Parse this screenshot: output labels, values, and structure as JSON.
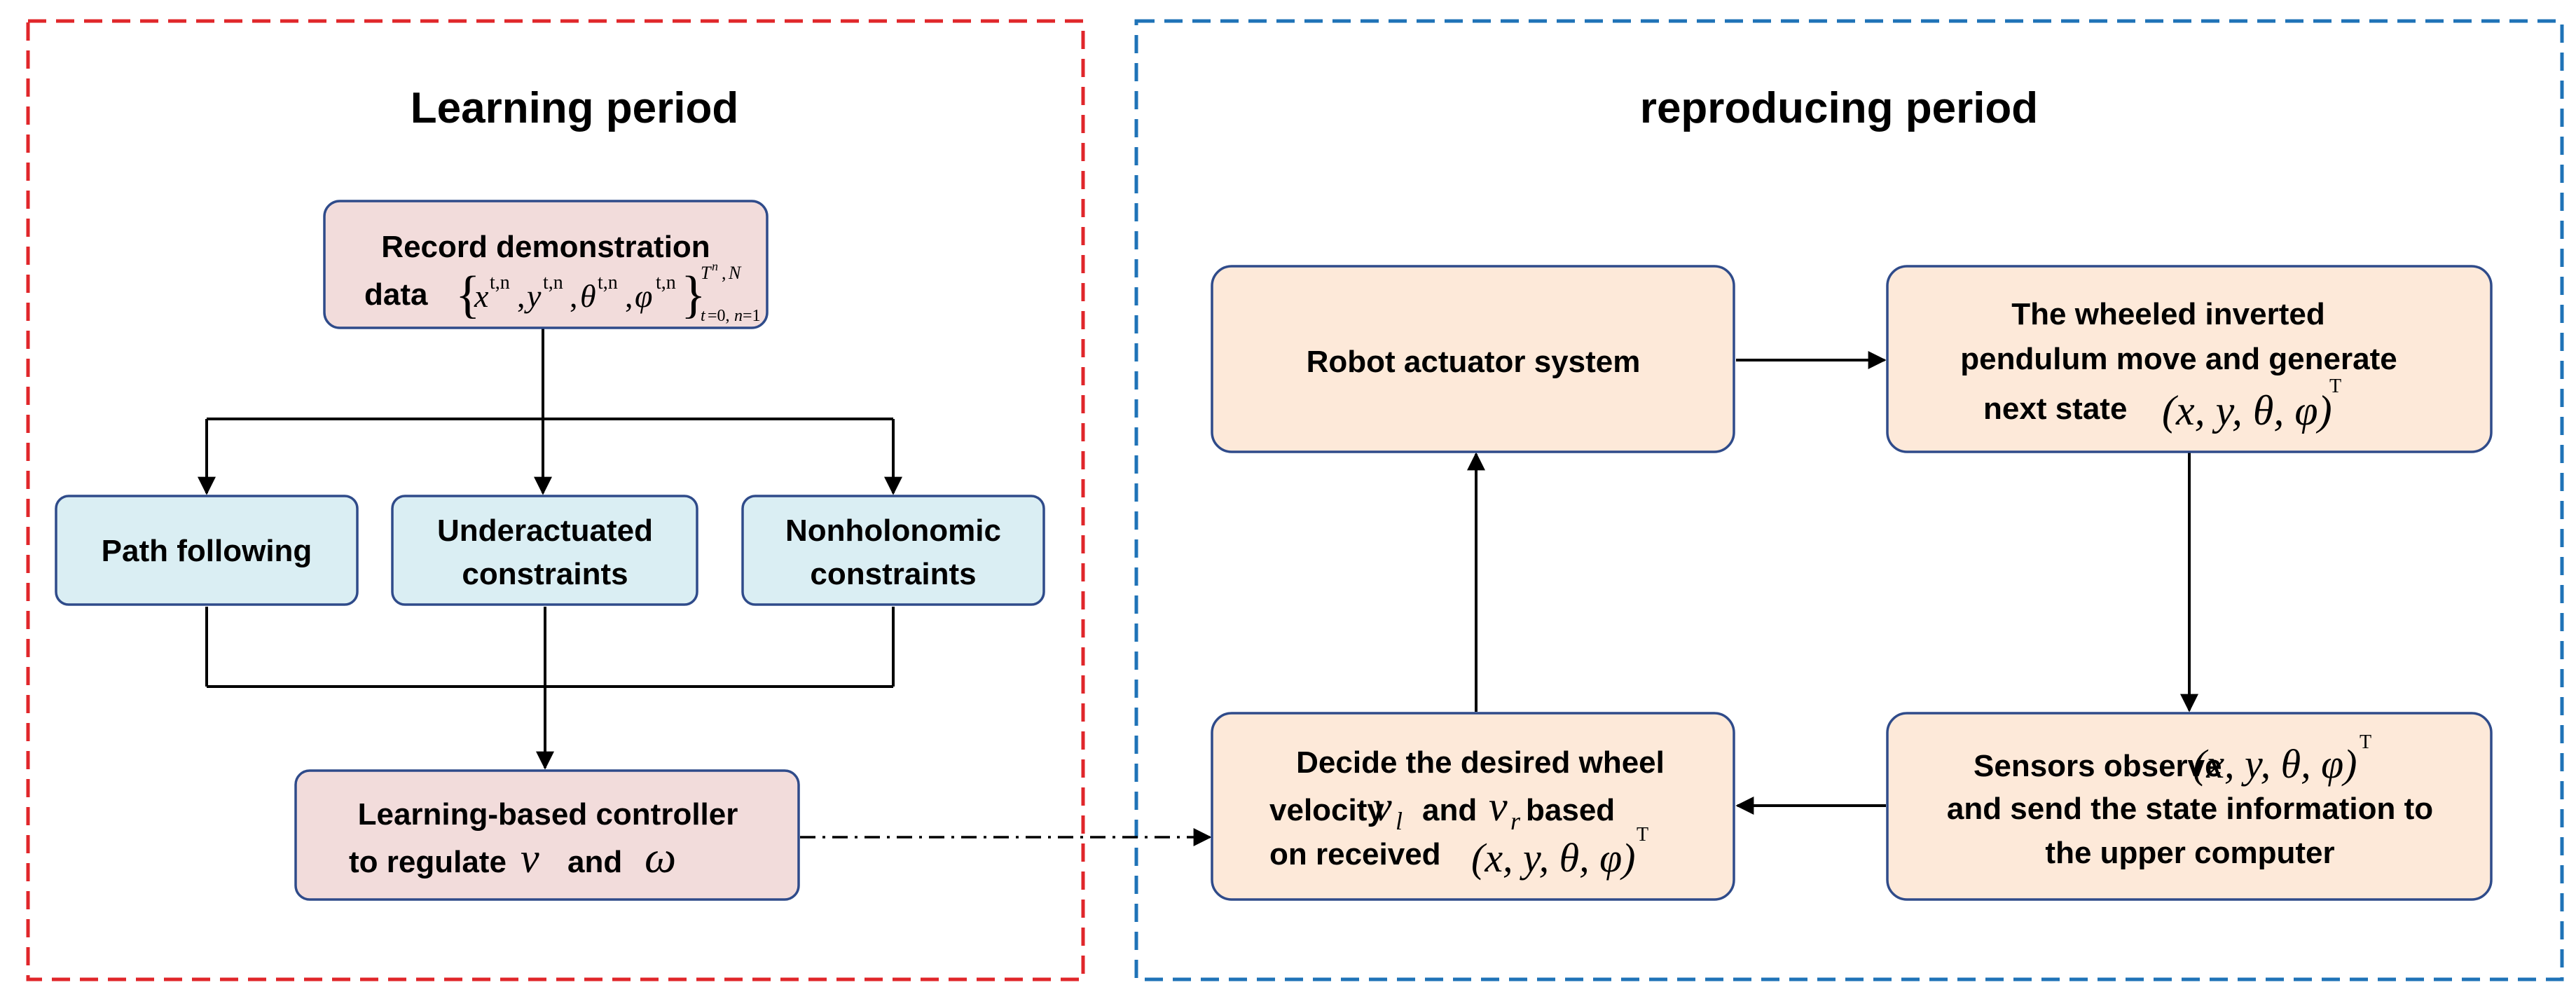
{
  "colors": {
    "left_frame": "#e0262a",
    "right_frame": "#1f73b7",
    "pink_fill": "#f2dcdb",
    "blue_fill": "#daeef3",
    "peach_fill": "#fde9d9",
    "node_border": "#2f4b8a",
    "arrow": "#000000"
  },
  "learning": {
    "title": "Learning period",
    "record": {
      "line1": "Record demonstration",
      "line2": "data",
      "formula": "{x^{t,n}, y^{t,n}, θ^{t,n}, φ^{t,n}}_{t=0, n=1}^{T^n, N}"
    },
    "path_following": "Path following",
    "underactuated": {
      "line1": "Underactuated",
      "line2": "constraints"
    },
    "nonholonomic": {
      "line1": "Nonholonomic",
      "line2": "constraints"
    },
    "controller": {
      "line1": "Learning-based controller",
      "line2_prefix": "to regulate",
      "v": "v",
      "and": "and",
      "omega": "ω"
    }
  },
  "reproducing": {
    "title": "reproducing period",
    "actuator": "Robot actuator system",
    "pendulum": {
      "line1": "The wheeled inverted",
      "line2": "pendulum move and generate",
      "line3": "next state",
      "state": "(x, y, θ, φ)",
      "sup": "T"
    },
    "sensors": {
      "line1": "Sensors observe",
      "state": "(x, y, θ, φ)",
      "sup": "T",
      "line2": "and send the state information to",
      "line3": "the upper computer"
    },
    "decide": {
      "line1": "Decide the desired wheel",
      "line2_prefix": "velocity",
      "vl": "v",
      "vl_sub": "l",
      "and": "and",
      "vr": "v",
      "vr_sub": "r",
      "based": "based",
      "line3": "on received",
      "state": "(x, y, θ, φ)",
      "sup": "T"
    }
  }
}
